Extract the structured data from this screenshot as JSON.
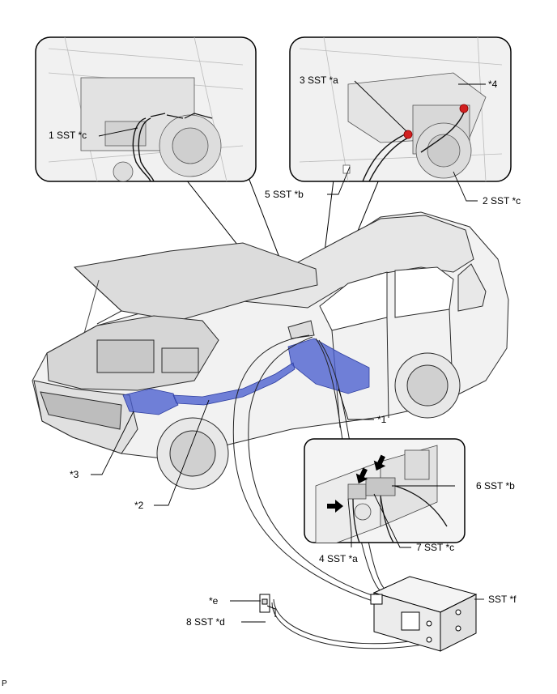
{
  "callouts": {
    "sst1c": "1 SST *c",
    "sst3a": "3 SST *a",
    "ref4": "*4",
    "sst5b": "5 SST *b",
    "sst2c": "2 SST *c",
    "ref1": "*1",
    "ref3": "*3",
    "ref2": "*2",
    "sst6b": "6 SST *b",
    "sst4a": "4 SST *a",
    "sst7c": "7 SST *c",
    "refE": "*e",
    "sstF": "SST *f",
    "sst8d": "8 SST *d"
  },
  "corner_mark": "P",
  "colors": {
    "battery_highlight": "#4a5fd0",
    "connector_red": "#d22020",
    "line": "#000000",
    "inset_border": "#000000"
  },
  "icons": {
    "arrow": "black-arrow-icon",
    "outlet": "wall-outlet-icon",
    "charger": "sst-charger-box-icon"
  }
}
